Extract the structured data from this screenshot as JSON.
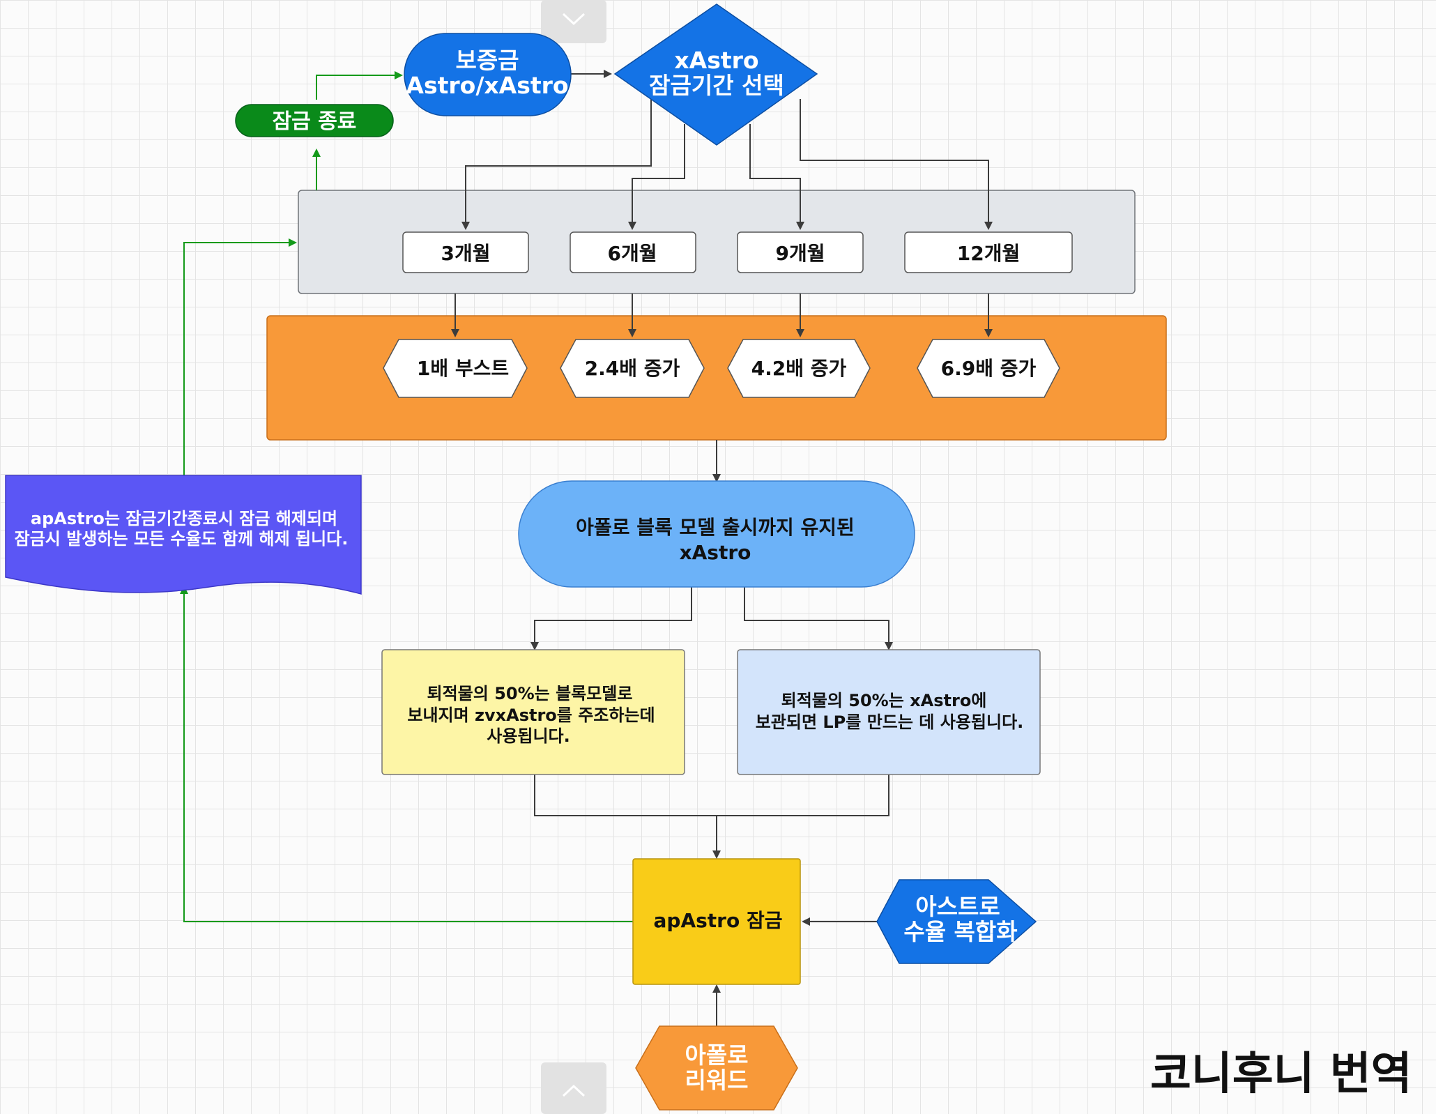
{
  "nodes": {
    "deposit": [
      "보증금",
      "Astro/xAstro"
    ],
    "select_period": [
      "xAstro",
      "잠금기간 선택"
    ],
    "lock_end": "잠금 종료",
    "periods": [
      "3개월",
      "6개월",
      "9개월",
      "12개월"
    ],
    "boosts": [
      "1배 부스트",
      "2.4배 증가",
      "4.2배 증가",
      "6.9배 증가"
    ],
    "xastro_kept": [
      "아폴로 블록 모델 출시까지 유지된",
      "xAstro"
    ],
    "note": [
      "apAstro는 잠금기간종료시 잠금 해제되며",
      "잠금시 발생하는 모든 수율도 함께 해제 됩니다."
    ],
    "left_box": [
      "퇴적물의 50%는 블록모델로",
      "보내지며 zvxAstro를 주조하는데",
      "사용됩니다."
    ],
    "right_box": [
      "퇴적물의 50%는 xAstro에",
      "보관되면 LP를 만드는 데 사용됩니다."
    ],
    "ap_lock": "apAstro 잠금",
    "compound": [
      "아스트로",
      "수율 복합화"
    ],
    "reward": [
      "아폴로",
      "리워드"
    ]
  },
  "watermark": "코니후니 번역",
  "icons": {
    "collapse_top": "chevron-down-icon",
    "collapse_bottom": "chevron-up-icon"
  },
  "colors": {
    "blue": "#1473e6",
    "green": "#0a8a1a",
    "gray_panel": "#e3e6ea",
    "orange": "#f89939",
    "light_blue": "#6cb2f8",
    "purple": "#5b56f5",
    "yellow_note": "#fdf5a6",
    "pale_blue": "#d3e4fb",
    "gold": "#f9cc18",
    "edge": "#3c3c3c",
    "flow_green": "#149a1a"
  }
}
